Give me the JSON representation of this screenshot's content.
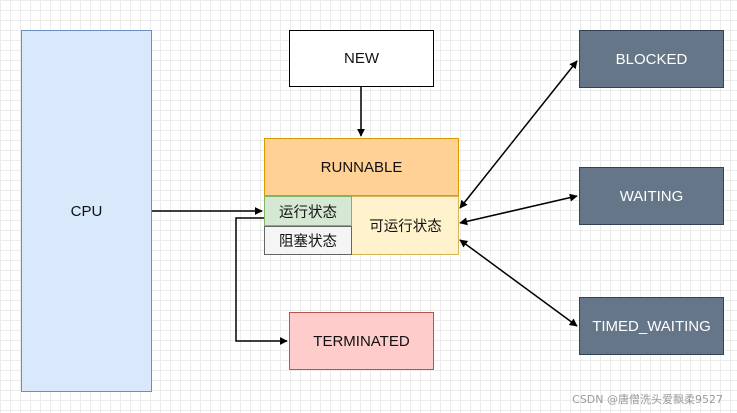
{
  "nodes": {
    "cpu": "CPU",
    "new": "NEW",
    "runnable": "RUNNABLE",
    "running": "运行状态",
    "blocking": "阻塞状态",
    "runnable_ready": "可运行状态",
    "terminated": "TERMINATED",
    "blocked": "BLOCKED",
    "waiting": "WAITING",
    "timed_waiting": "TIMED_WAITING"
  },
  "colors": {
    "cpu_fill": "#dae8fc",
    "runnable_fill": "#ffd194",
    "runnable_lower_fill": "#fff2cc",
    "running_fill": "#d5e8d4",
    "blocking_fill": "#f5f5f5",
    "terminated_fill": "#ffcccc",
    "dark_state_fill": "#647687"
  },
  "watermark": "CSDN @唐僧洗头爱飘柔9527"
}
